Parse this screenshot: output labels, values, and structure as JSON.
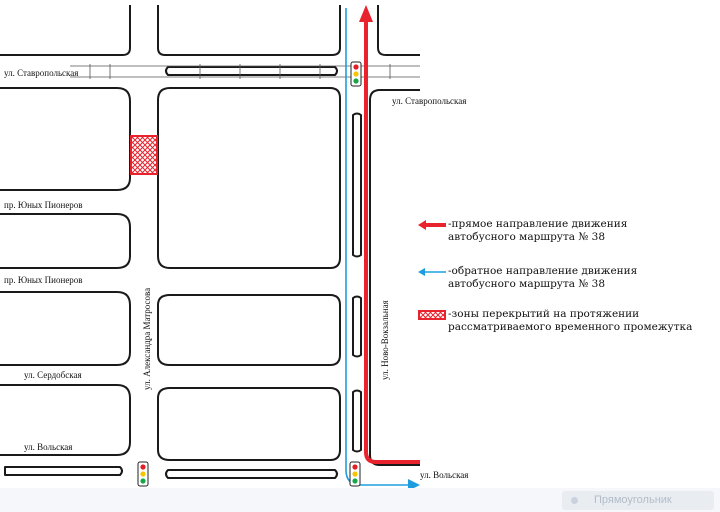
{
  "streets": {
    "stavropolskaya_west": "ул. Ставропольская",
    "stavropolskaya_east": "ул. Ставропольская",
    "yunykh_pionerov_1": "пр. Юных Пионеров",
    "yunykh_pionerov_2": "пр. Юных Пионеров",
    "serdobskaya": "ул. Сердобская",
    "volskaya_west": "ул. Вольская",
    "volskaya_east": "ул. Вольская",
    "aleksandra_matrosova": "ул. Александра Матросова",
    "novo_vokzalnaya": "ул. Ново-Вокзальная"
  },
  "legend": {
    "forward": "-прямое направление движения\nавтобусного маршрута № 38",
    "backward": "-обратное направление движения\nавтобусного маршрута № 38",
    "closures": "-зоны перекрытий на протяжении\nрассматриваемого временного промежутка"
  },
  "colors": {
    "forward_route": "#e8232e",
    "backward_route": "#1d9de0",
    "closure_zone": "#e8232e",
    "road_outline": "#1a1a1a",
    "traffic_light_red": "#e31e24",
    "traffic_light_yellow": "#f7c600",
    "traffic_light_green": "#19a64a"
  },
  "status": {
    "shape_label": "Прямоугольник"
  }
}
